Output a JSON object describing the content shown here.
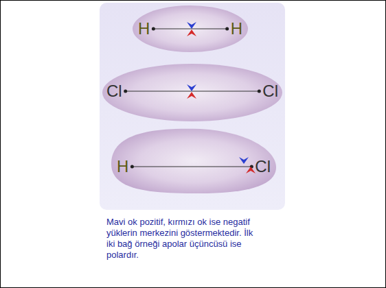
{
  "diagram": {
    "caption": "Mavi ok pozitif, kırmızı ok ise negatif yüklerin merkezini göstermektedir. İlk iki bağ örneği apolar üçüncüsü ise polardır.",
    "nodes": [
      {
        "text": [
          "H",
          "H"
        ]
      },
      {
        "text": [
          "Cl",
          "Cl"
        ]
      },
      {
        "text": [
          "H",
          "Cl"
        ]
      }
    ]
  }
}
